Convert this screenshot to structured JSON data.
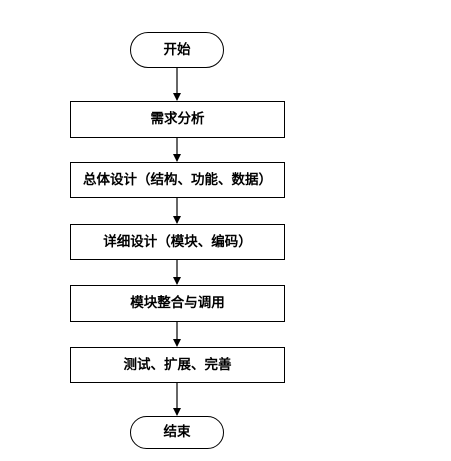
{
  "flowchart": {
    "start": "开始",
    "steps": [
      "需求分析",
      "总体设计（结构、功能、数据）",
      "详细设计（模块、编码）",
      "模块整合与调用",
      "测试、扩展、完善"
    ],
    "end": "结束"
  },
  "colors": {
    "stroke": "#000000",
    "fill": "#ffffff",
    "text": "#000000"
  }
}
